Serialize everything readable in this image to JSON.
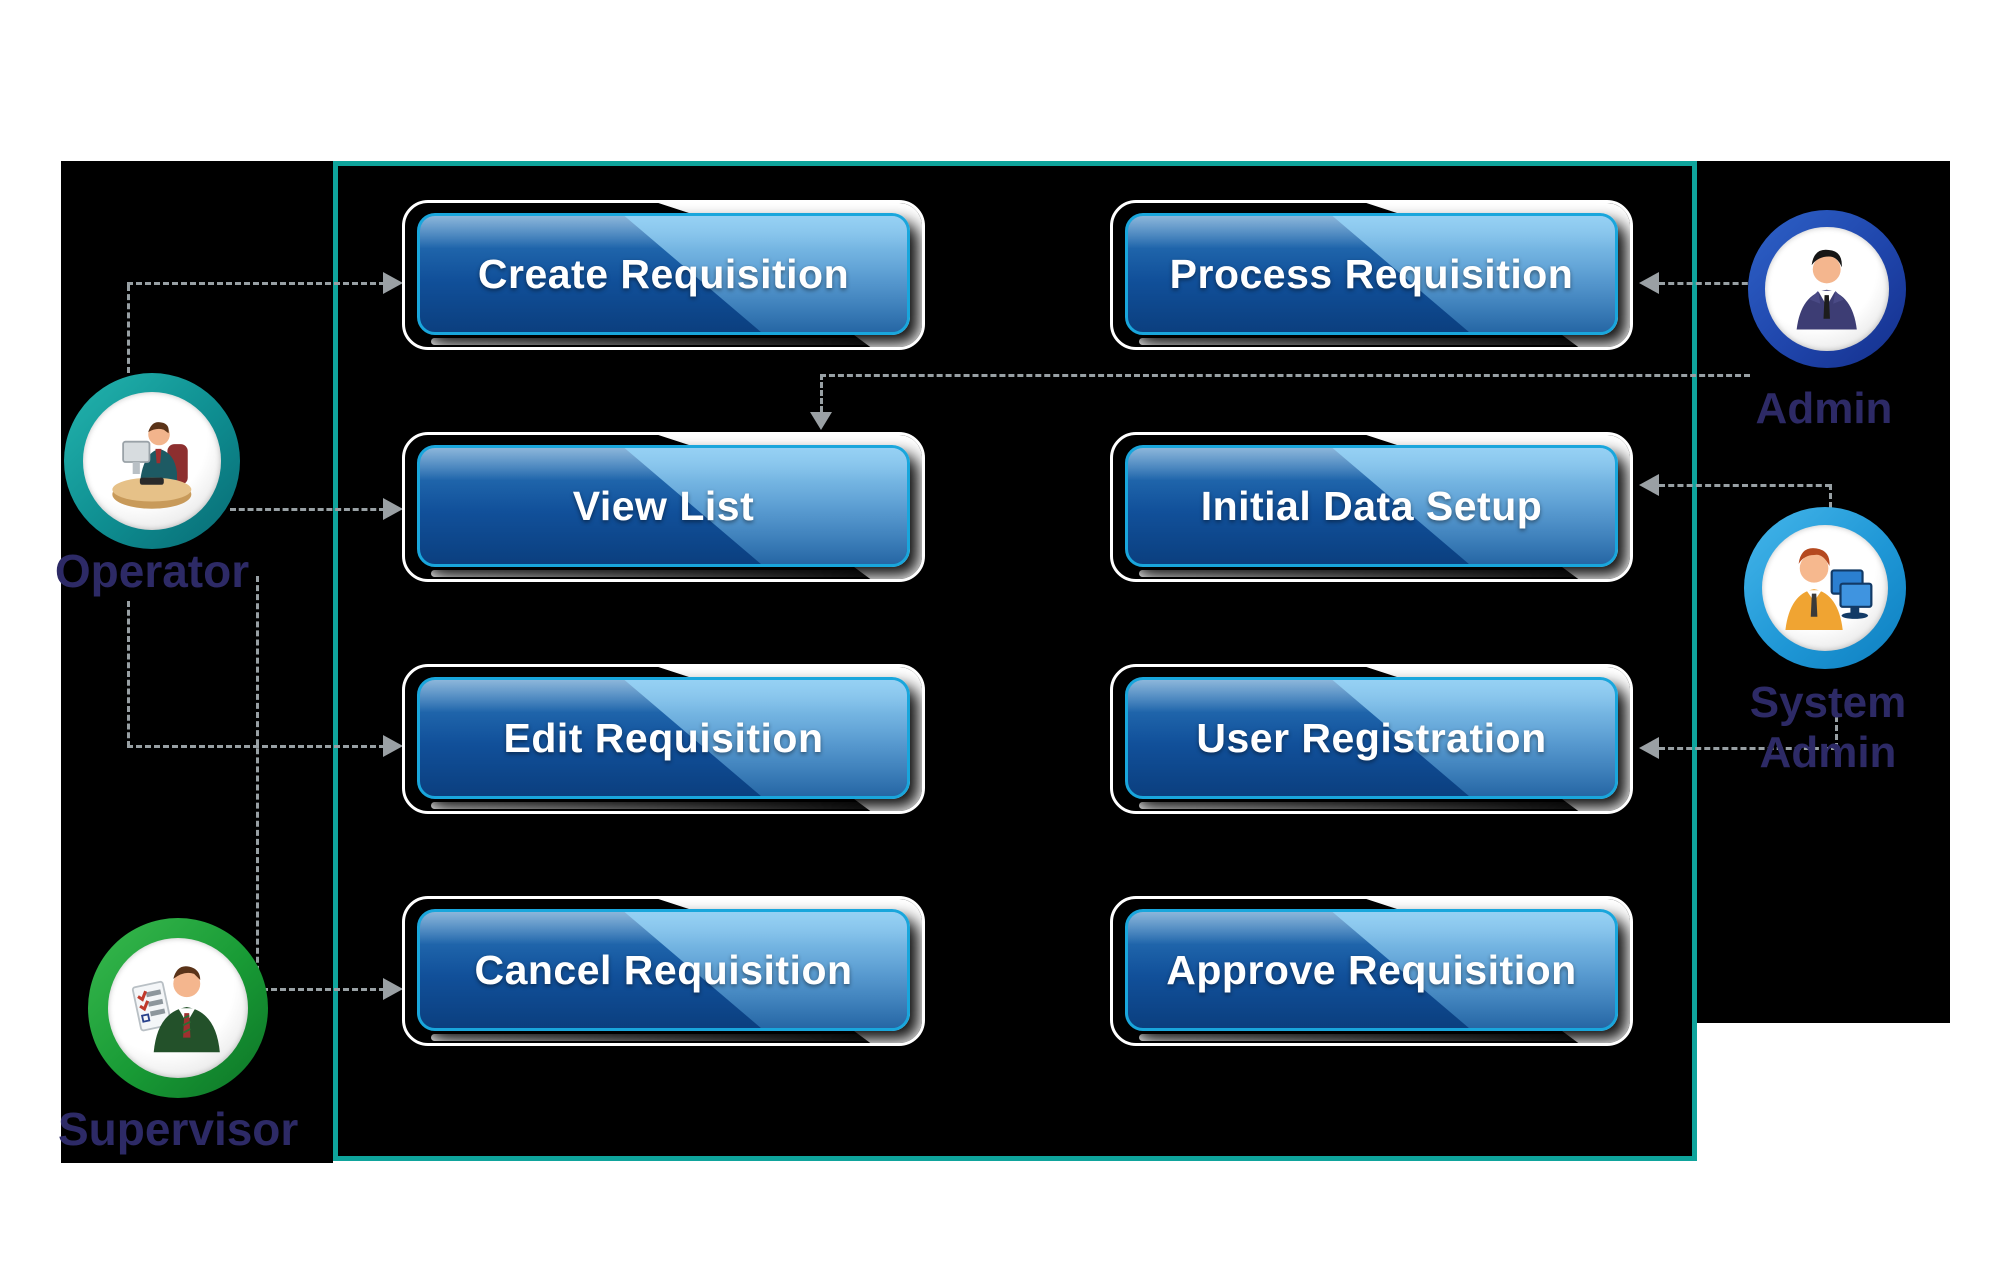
{
  "diagram_type": "use-case-diagram",
  "actors": [
    {
      "id": "operator",
      "label": "Operator",
      "ring_color": "#12968f"
    },
    {
      "id": "supervisor",
      "label": "Supervisor",
      "ring_color": "#1e9c38"
    },
    {
      "id": "admin",
      "label": "Admin",
      "ring_color": "#2451b4"
    },
    {
      "id": "system-admin",
      "label": "System Admin",
      "ring_color": "#26a0dc"
    }
  ],
  "use_cases": {
    "left": [
      "Create Requisition",
      "View List",
      "Edit Requisition",
      "Cancel Requisition"
    ],
    "right": [
      "Process Requisition",
      "Initial Data Setup",
      "User Registration",
      "Approve Requisition"
    ]
  },
  "connections": [
    {
      "from": "Operator",
      "to": "Create Requisition"
    },
    {
      "from": "Operator",
      "to": "View List"
    },
    {
      "from": "Operator",
      "to": "Edit Requisition"
    },
    {
      "from": "Operator",
      "to": "Cancel Requisition"
    },
    {
      "from": "Supervisor",
      "to": "Cancel Requisition"
    },
    {
      "from": "Admin",
      "to": "Process Requisition"
    },
    {
      "from": "Admin",
      "to": "View List"
    },
    {
      "from": "System Admin",
      "to": "Initial Data Setup"
    },
    {
      "from": "System Admin",
      "to": "User Registration"
    }
  ],
  "colors": {
    "page_background": "#ffffff",
    "panel_background": "#000000",
    "boundary_border": "#0fa49c",
    "use_case_frame_border": "#ffffff",
    "use_case_button_border": "#19a6dc",
    "use_case_button_dark": "#0d4588",
    "use_case_button_light": "#5caede",
    "use_case_text": "#ffffff",
    "connector": "#98a0a4",
    "actor_label_text": "#2d2a66"
  }
}
